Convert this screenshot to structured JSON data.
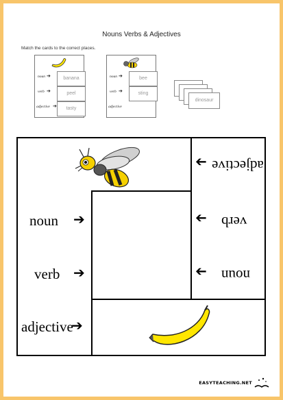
{
  "title": "Nouns Verbs & Adjectives",
  "instruction": "Match the cards to the correct places.",
  "example1": {
    "labels": [
      "noun",
      "verb",
      "adjective"
    ],
    "words": [
      "banana",
      "peel",
      "tasty"
    ]
  },
  "example2": {
    "labels": [
      "noun",
      "verb",
      "adjective"
    ],
    "words": [
      "bee",
      "sting"
    ]
  },
  "stack_word": "dinosaur",
  "board": {
    "left_labels": [
      "noun",
      "verb",
      "adjective"
    ],
    "right_labels": [
      "adjective",
      "verb",
      "noun"
    ]
  },
  "logo": "EASYTEACHING.NET",
  "colors": {
    "border": "#f8c56a",
    "banana": "#ffe600",
    "bee_stripe": "#f5d000"
  }
}
